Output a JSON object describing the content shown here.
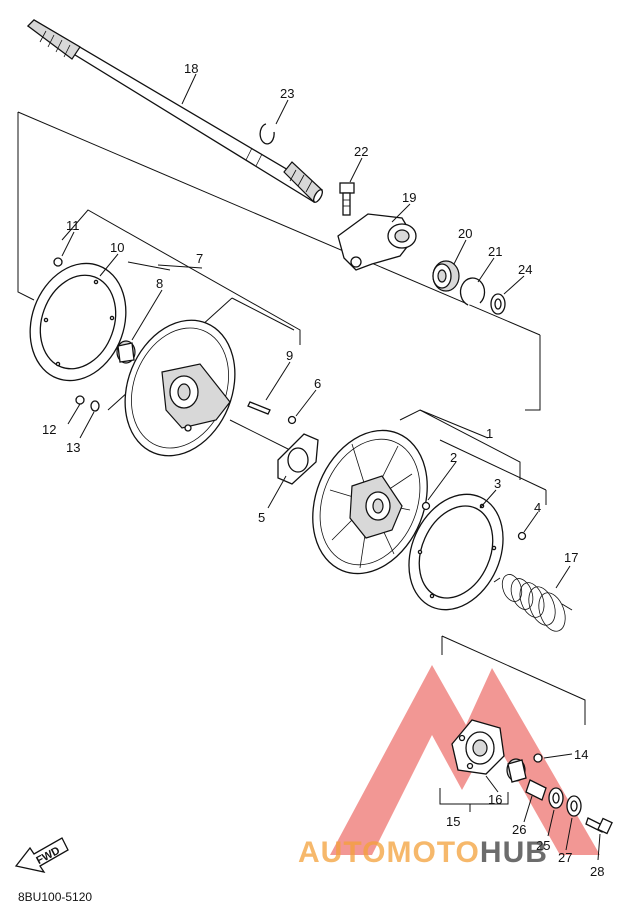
{
  "figure_code": "8BU100-5120",
  "fwd_label": "FWD",
  "watermark": {
    "text_a": "AUTOMOTO",
    "text_b": "HUB",
    "color_a": "#f4a13a",
    "color_b": "#3b3b3b",
    "triangle_color": "#e8413c"
  },
  "callouts": {
    "c1": "1",
    "c2": "2",
    "c3": "3",
    "c4": "4",
    "c5": "5",
    "c6": "6",
    "c7": "7",
    "c8": "8",
    "c9": "9",
    "c10": "10",
    "c11": "11",
    "c12": "12",
    "c13": "13",
    "c14": "14",
    "c15": "15",
    "c16": "16",
    "c17": "17",
    "c18": "18",
    "c19": "19",
    "c20": "20",
    "c21": "21",
    "c22": "22",
    "c23": "23",
    "c24": "24",
    "c25": "25",
    "c26": "26",
    "c27": "27",
    "c28": "28"
  }
}
